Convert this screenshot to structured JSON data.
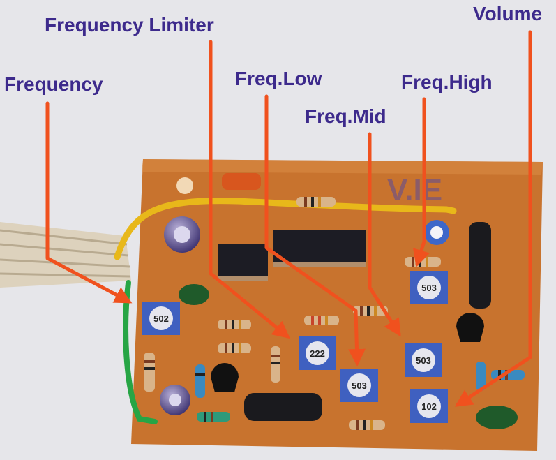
{
  "labels": {
    "frequency": "Frequency",
    "frequency_limiter": "Frequency Limiter",
    "freq_low": "Freq.Low",
    "freq_mid": "Freq.Mid",
    "freq_high": "Freq.High",
    "volume": "Volume"
  },
  "board_marking": "V.IE",
  "trimmer_codes": [
    "502",
    "222",
    "503",
    "503",
    "503",
    "102"
  ],
  "colors": {
    "label_text": "#3d2a8c",
    "arrow": "#f0511e",
    "board": "#c8732e",
    "background": "#e8e8ec"
  }
}
